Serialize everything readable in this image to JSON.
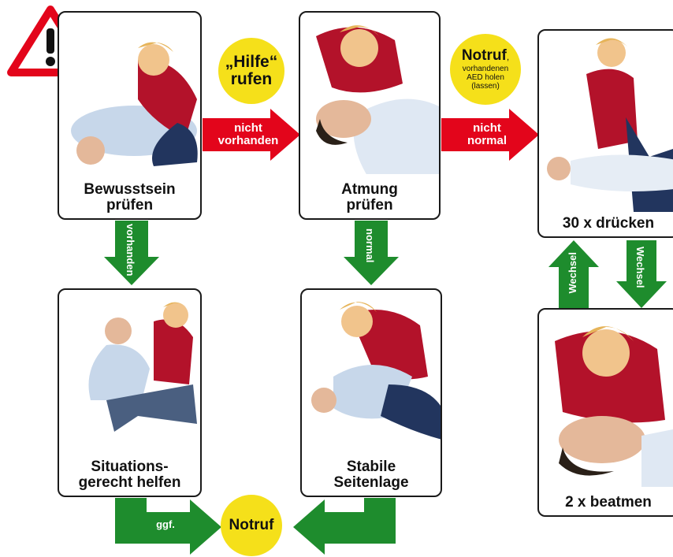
{
  "steps": {
    "bewusstsein": {
      "line1": "Bewusstsein",
      "line2": "prüfen"
    },
    "atmung": {
      "line1": "Atmung",
      "line2": "prüfen"
    },
    "druecken": {
      "label": "30 x drücken"
    },
    "beatmen": {
      "label": "2 x beatmen"
    },
    "situation": {
      "line1": "Situations-",
      "line2": "gerecht helfen"
    },
    "seitenlage": {
      "line1": "Stabile",
      "line2": "Seitenlage"
    }
  },
  "bubbles": {
    "hilfe": {
      "line1": "„Hilfe“",
      "line2": "rufen"
    },
    "notruf_top": {
      "title": "Notruf",
      "comma": ",",
      "l1": "vorhandenen",
      "l2": "AED holen",
      "l3": "(lassen)"
    },
    "notruf_bottom": {
      "title": "Notruf"
    }
  },
  "arrows": {
    "nicht_vorhanden": {
      "line1": "nicht",
      "line2": "vorhanden"
    },
    "nicht_normal": {
      "line1": "nicht",
      "line2": "normal"
    },
    "vorhanden": "vorhanden",
    "normal": "normal",
    "wechsel_up": "Wechsel",
    "wechsel_down": "Wechsel",
    "ggf": "ggf."
  },
  "colors": {
    "red_arrow": "#e3051b",
    "green_arrow": "#1e8c2d",
    "bubble": "#f5e01a",
    "warning_border": "#e3051b"
  },
  "icons": [
    "warning-triangle-icon"
  ]
}
